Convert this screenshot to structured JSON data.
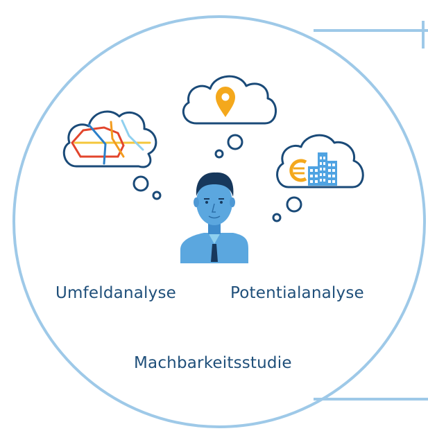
{
  "labels": {
    "umfeldanalyse": "Umfeldanalyse",
    "potentialanalyse": "Potentialanalyse",
    "machbarkeitsstudie": "Machbarkeitsstudie"
  },
  "icons": {
    "left_cloud": "metro-map-icon",
    "top_cloud": "location-pin-icon",
    "right_cloud": "euro-buildings-icon",
    "person": "person-icon"
  },
  "colors": {
    "circle": "#9ec9e8",
    "cloud_stroke": "#1a4a78",
    "text": "#1f4f7a",
    "skin": "#5ba7df",
    "skin_dark": "#2b6ea8",
    "hair": "#17385c",
    "pin": "#f4a81c",
    "euro": "#f4a81c",
    "buildings": "#4fa3e2",
    "metro_red": "#e2452c",
    "metro_orange": "#f39c1e",
    "metro_blue": "#2a7fc9",
    "metro_lightblue": "#8fd0ef",
    "metro_yellow": "#f4c73b"
  }
}
